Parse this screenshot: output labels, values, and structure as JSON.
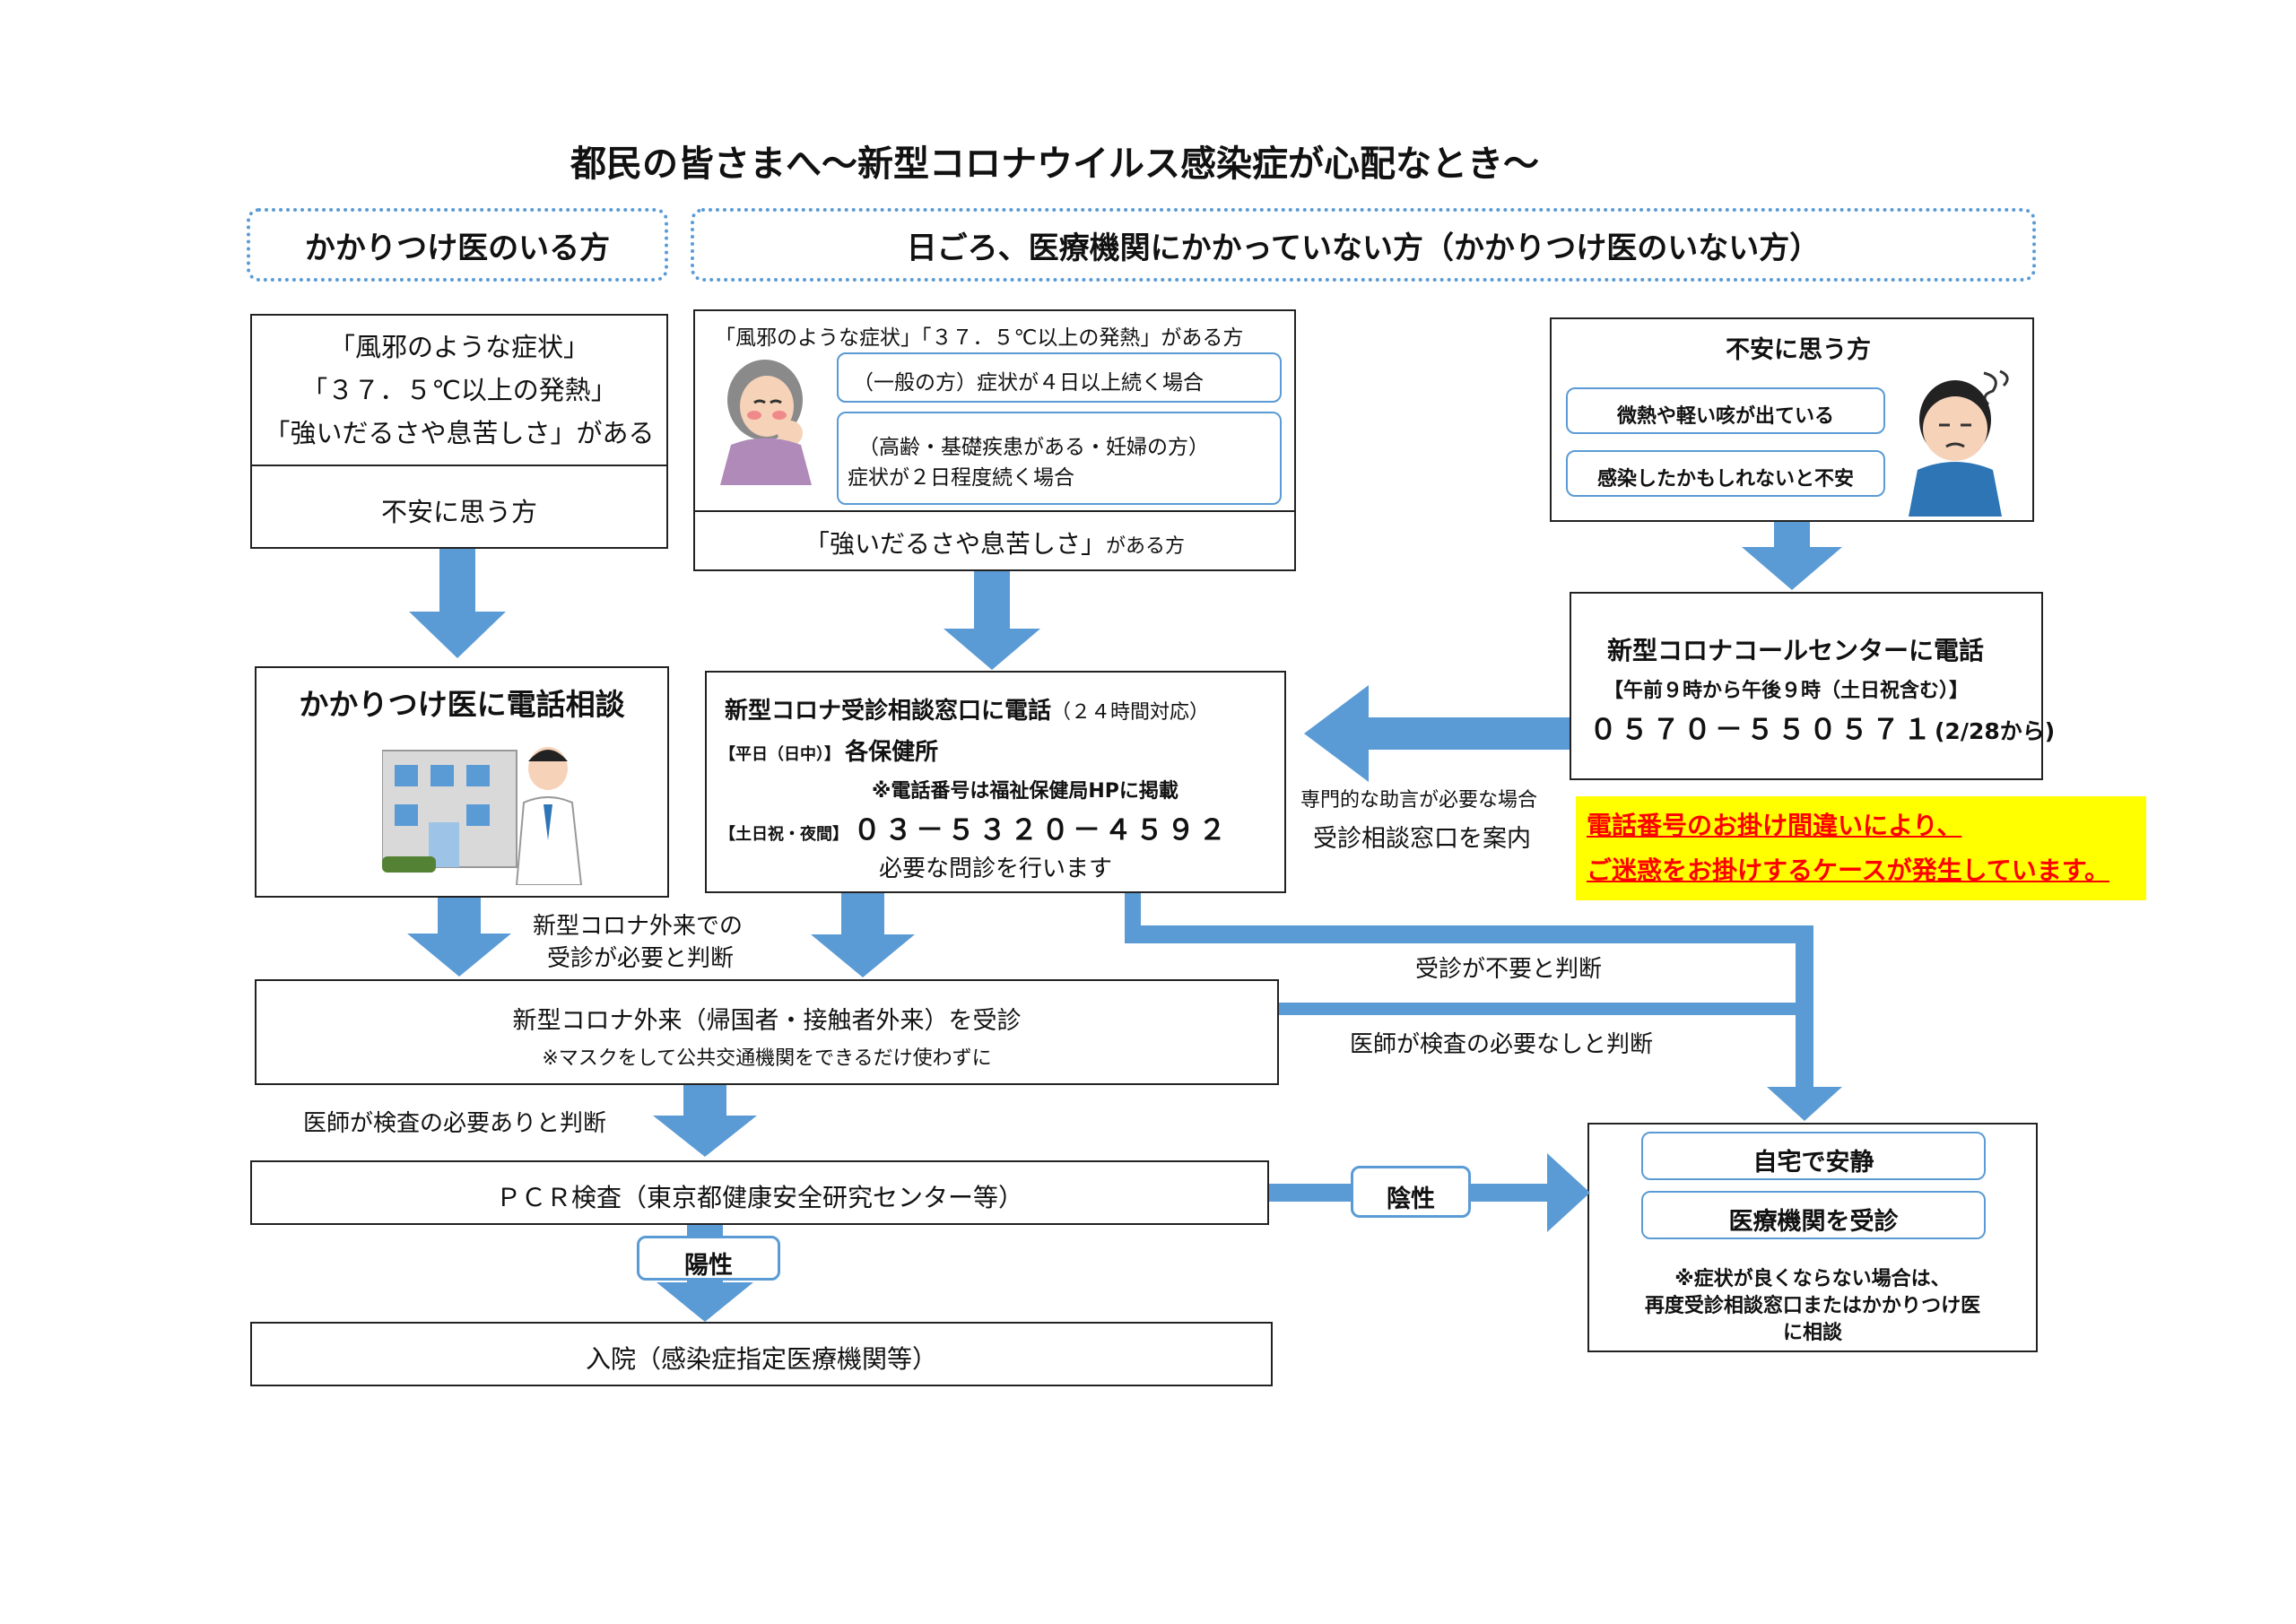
{
  "title": "都民の皆さまへ〜新型コロナウイルス感染症が心配なとき〜",
  "headers": {
    "left": "かかりつけ医のいる方",
    "right": "日ごろ、医療機関にかかっていない方（かかりつけ医のいない方）"
  },
  "left_box": {
    "line1": "「風邪のような症状」",
    "line2": "「３７．５℃以上の発熱」",
    "line3": "「強いだるさや息苦しさ」がある",
    "bottom": "不安に思う方"
  },
  "mid_box": {
    "heading": "「風邪のような症状」「３７．５℃以上の発熱」がある方",
    "general": "（一般の方）症状が４日以上続く場合",
    "elderly_line1": "（高齢・基礎疾患がある・妊婦の方）",
    "elderly_line2": "症状が２日程度続く場合",
    "bottom_strong": "「強いだるさや息苦しさ」",
    "bottom_rest": "がある方"
  },
  "anxious_box": {
    "title": "不安に思う方",
    "item1": "微熱や軽い咳が出ている",
    "item2": "感染したかもしれないと不安"
  },
  "call_center": {
    "title": "新型コロナコールセンターに電話",
    "hours": "【午前９時から午後９時（土日祝含む）】",
    "phone": "０５７０－５５０５７１",
    "note": "(2/28から)"
  },
  "gp_call": {
    "title": "かかりつけ医に電話相談"
  },
  "consult": {
    "title": "新型コロナ受診相談窓口に電話",
    "title_note": "（２４時間対応）",
    "weekday_label": "【平日（日中）】",
    "weekday_value": "各保健所",
    "weekday_note": "※電話番号は福祉保健局HPに掲載",
    "holiday_label": "【土日祝・夜間】",
    "holiday_phone": "０３－５３２０－４５９２",
    "footer": "必要な問診を行います"
  },
  "advice": {
    "line1": "専門的な助言が必要な場合",
    "line2": "受診相談窓口を案内"
  },
  "warning": {
    "line1": "電話番号のお掛け間違いにより、",
    "line2": "ご迷惑をお掛けするケースが発生しています。"
  },
  "labels": {
    "need_visit_1": "新型コロナ外来での",
    "need_visit_2": "受診が必要と判断",
    "no_visit": "受診が不要と判断",
    "no_test": "医師が検査の必要なしと判断",
    "need_test": "医師が検査の必要ありと判断",
    "negative": "陰性",
    "positive": "陽性"
  },
  "outpatient": {
    "title": "新型コロナ外来（帰国者・接触者外来）を受診",
    "note": "※マスクをして公共交通機関をできるだけ使わずに"
  },
  "pcr": {
    "title": "ＰＣＲ検査（東京都健康安全研究センター等）"
  },
  "hospital": {
    "title": "入院（感染症指定医療機関等）"
  },
  "home": {
    "option1": "自宅で安静",
    "option2": "医療機関を受診",
    "note1": "※症状が良くならない場合は、",
    "note2": "再度受診相談窓口またはかかりつけ医",
    "note3": "に相談"
  },
  "colors": {
    "arrow": "#5b9bd5",
    "warning_bg": "#ffff00",
    "warning_text": "#ff0000"
  }
}
